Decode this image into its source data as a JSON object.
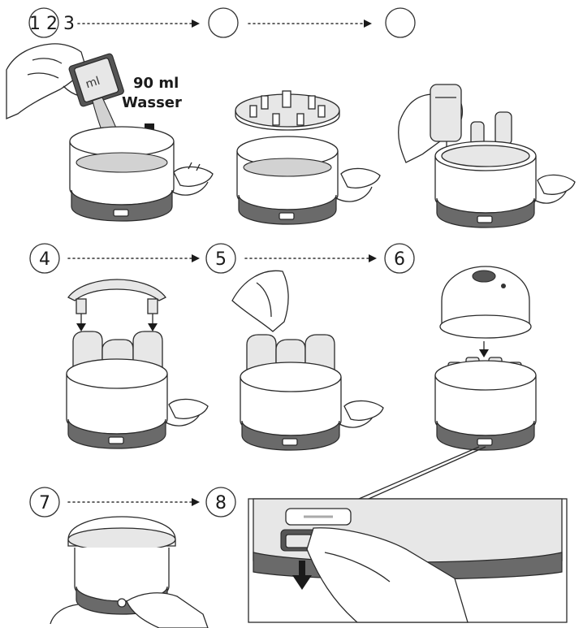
{
  "steps": [
    {
      "label": "1 2 3"
    },
    {
      "label": ""
    },
    {
      "label": ""
    },
    {
      "label": "4"
    },
    {
      "label": "5"
    },
    {
      "label": "6"
    },
    {
      "label": "7"
    },
    {
      "label": "8"
    }
  ],
  "callout": {
    "line1": "90 ml",
    "line2": "Wasser"
  },
  "scoop_text": "ml",
  "colors": {
    "base": "#6a6a6a",
    "outline": "#2a2a2a",
    "water": "#d2d2d2",
    "body": "#e7e7e7"
  },
  "icons": [
    "hand-icon",
    "measuring-cup-icon",
    "down-arrow-icon",
    "power-plug-icon",
    "steam-tray-icon",
    "bottle-icon",
    "lid-icon",
    "power-button-icon"
  ]
}
